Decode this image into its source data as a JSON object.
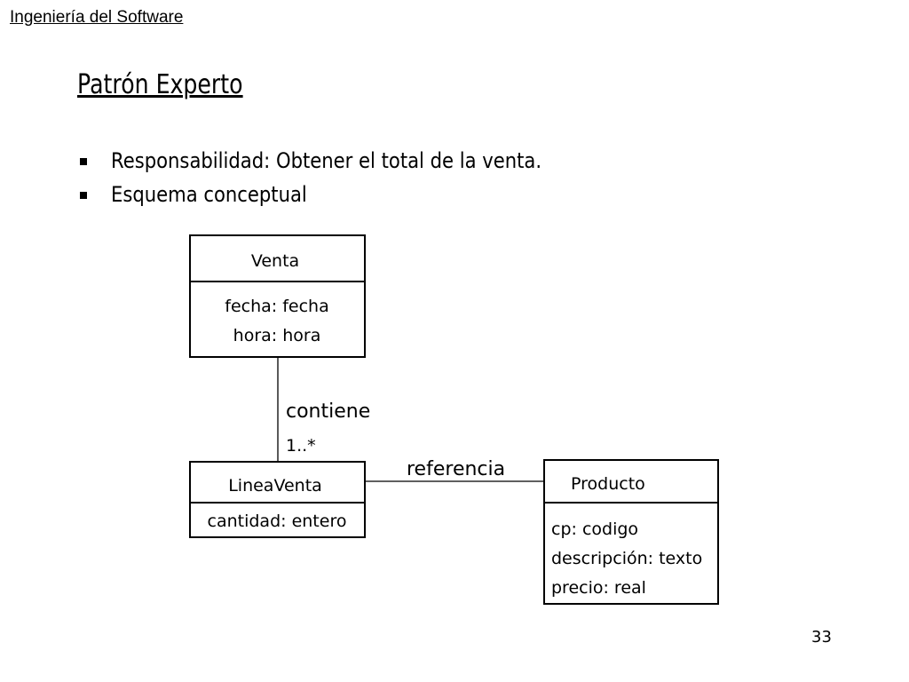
{
  "header": {
    "course": "Ingeniería del Software"
  },
  "slide": {
    "title": "Patrón Experto",
    "bullets": [
      "Responsabilidad: Obtener el total de la venta.",
      "Esquema conceptual"
    ],
    "page_number": "33"
  },
  "diagram": {
    "classes": {
      "venta": {
        "name": "Venta",
        "attributes": [
          "fecha: fecha",
          "hora: hora"
        ]
      },
      "linea_venta": {
        "name": "LineaVenta",
        "attributes": [
          "cantidad: entero"
        ]
      },
      "producto": {
        "name": "Producto",
        "attributes": [
          "cp: codigo",
          "descripción: texto",
          "precio: real"
        ]
      }
    },
    "associations": {
      "contiene": {
        "label": "contiene",
        "multiplicity": "1..*"
      },
      "referencia": {
        "label": "referencia"
      }
    }
  }
}
